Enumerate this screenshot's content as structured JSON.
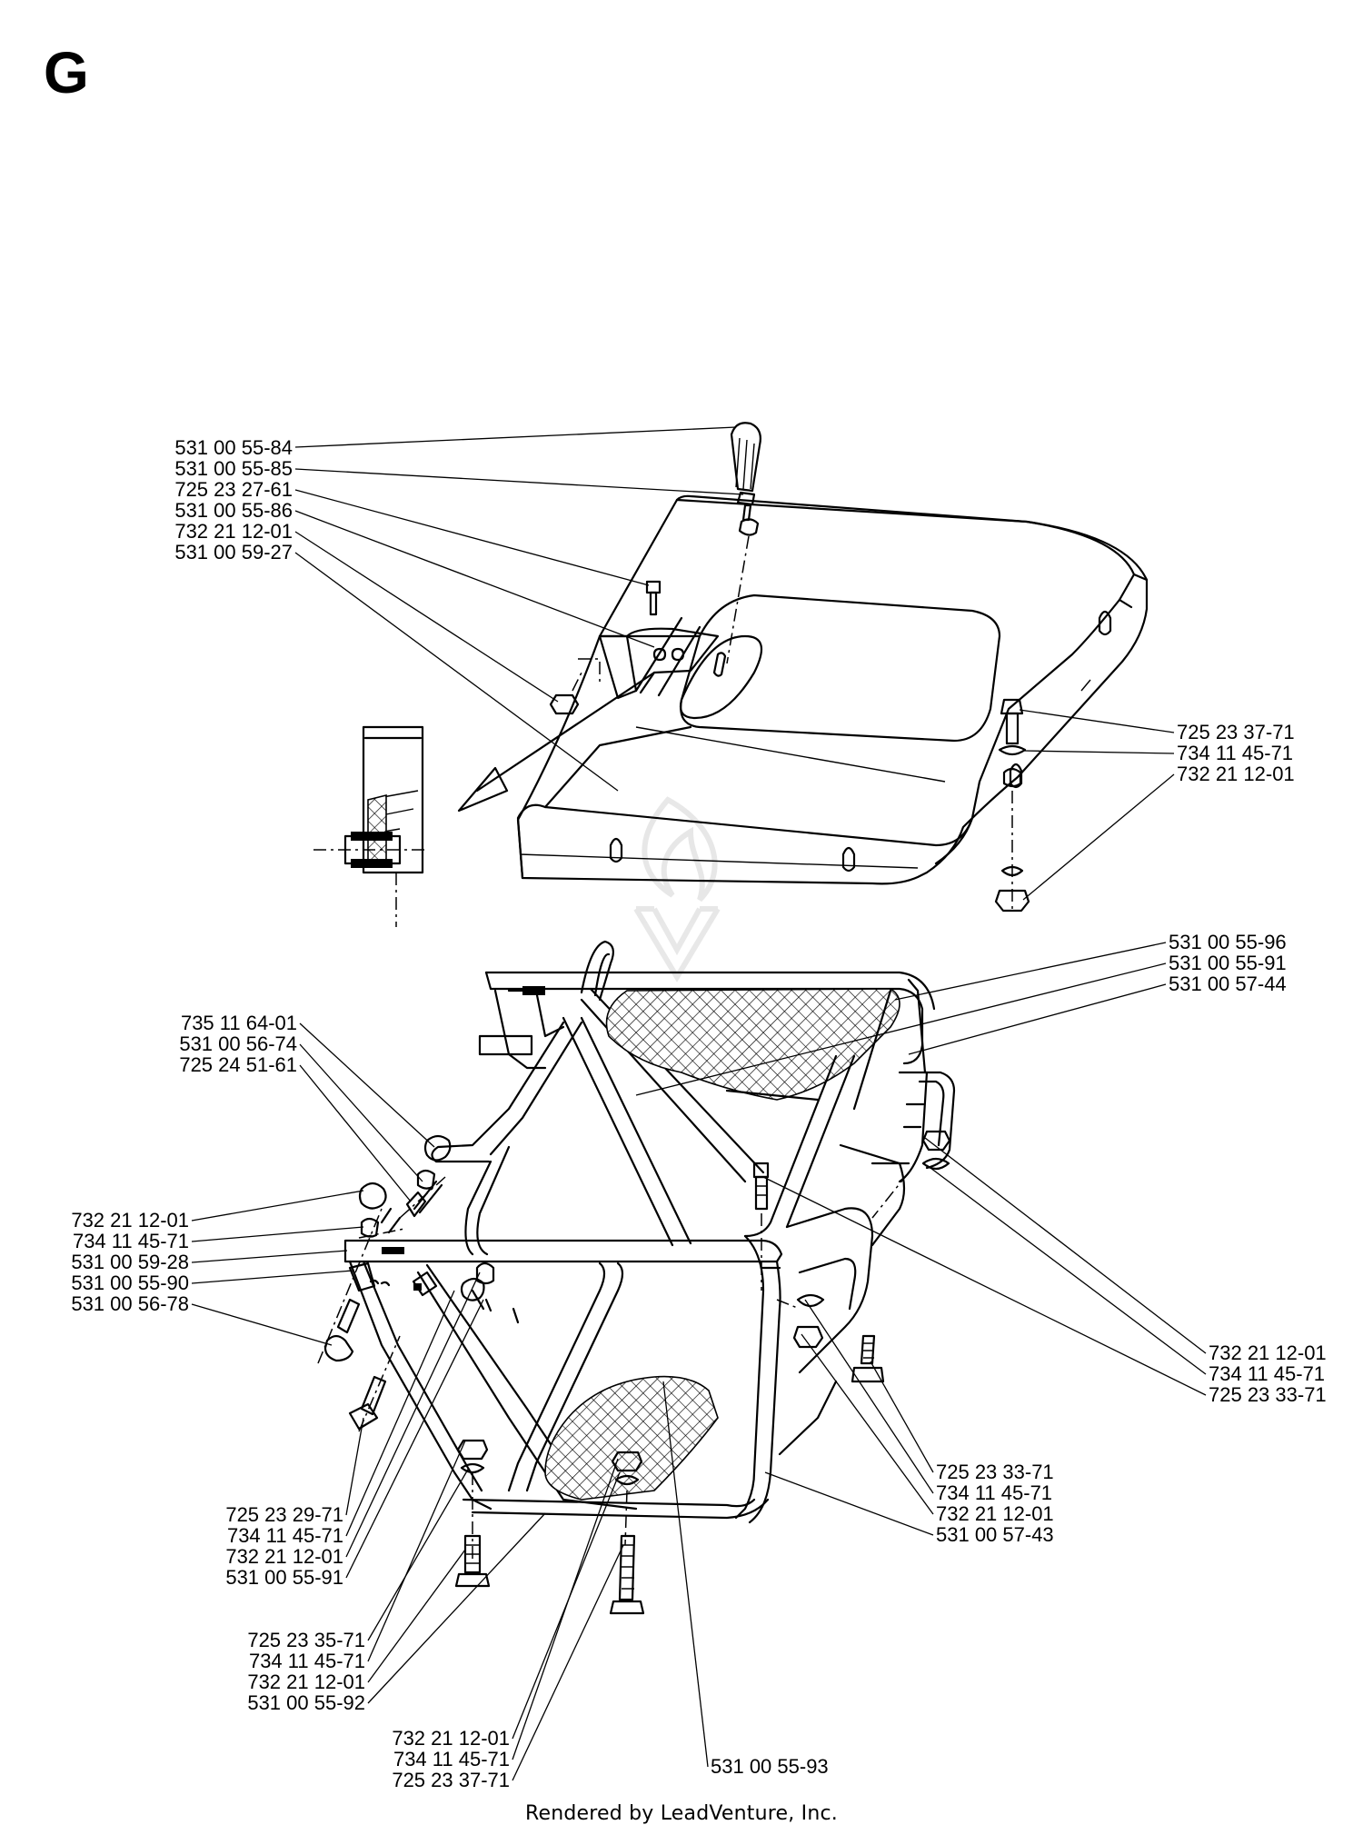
{
  "page": {
    "section_letter": "G",
    "footer_text": "Rendered by LeadVenture, Inc."
  },
  "diagram": {
    "callouts": [
      {
        "id": "c01",
        "part": "531 00 55-84",
        "anchor": "end"
      },
      {
        "id": "c02",
        "part": "531 00 55-85",
        "anchor": "end"
      },
      {
        "id": "c03",
        "part": "725 23 27-61",
        "anchor": "end"
      },
      {
        "id": "c04",
        "part": "531 00 55-86",
        "anchor": "end"
      },
      {
        "id": "c05",
        "part": "732 21 12-01",
        "anchor": "end"
      },
      {
        "id": "c06",
        "part": "531 00 59-27",
        "anchor": "end"
      },
      {
        "id": "c07",
        "part": "725 23 37-71",
        "anchor": "start"
      },
      {
        "id": "c08",
        "part": "734 11 45-71",
        "anchor": "start"
      },
      {
        "id": "c09",
        "part": "732 21 12-01",
        "anchor": "start"
      },
      {
        "id": "c10",
        "part": "531 00 55-96",
        "anchor": "start"
      },
      {
        "id": "c11",
        "part": "531 00 55-91",
        "anchor": "start"
      },
      {
        "id": "c12",
        "part": "531 00 57-44",
        "anchor": "start"
      },
      {
        "id": "c13",
        "part": "735 11 64-01",
        "anchor": "end"
      },
      {
        "id": "c14",
        "part": "531 00 56-74",
        "anchor": "end"
      },
      {
        "id": "c15",
        "part": "725 24 51-61",
        "anchor": "end"
      },
      {
        "id": "c16",
        "part": "732 21 12-01",
        "anchor": "end"
      },
      {
        "id": "c17",
        "part": "734 11 45-71",
        "anchor": "end"
      },
      {
        "id": "c18",
        "part": "531 00 59-28",
        "anchor": "end"
      },
      {
        "id": "c19",
        "part": "531 00 55-90",
        "anchor": "end"
      },
      {
        "id": "c20",
        "part": "531 00 56-78",
        "anchor": "end"
      },
      {
        "id": "c21",
        "part": "732 21 12-01",
        "anchor": "start"
      },
      {
        "id": "c22",
        "part": "734 11 45-71",
        "anchor": "start"
      },
      {
        "id": "c23",
        "part": "725 23 33-71",
        "anchor": "start"
      },
      {
        "id": "c24",
        "part": "725 23 33-71",
        "anchor": "start"
      },
      {
        "id": "c25",
        "part": "734 11 45-71",
        "anchor": "start"
      },
      {
        "id": "c26",
        "part": "732 21 12-01",
        "anchor": "start"
      },
      {
        "id": "c27",
        "part": "531 00 57-43",
        "anchor": "start"
      },
      {
        "id": "c28",
        "part": "725 23 29-71",
        "anchor": "end"
      },
      {
        "id": "c29",
        "part": "734 11 45-71",
        "anchor": "end"
      },
      {
        "id": "c30",
        "part": "732 21 12-01",
        "anchor": "end"
      },
      {
        "id": "c31",
        "part": "531 00 55-91",
        "anchor": "end"
      },
      {
        "id": "c32",
        "part": "725 23 35-71",
        "anchor": "end"
      },
      {
        "id": "c33",
        "part": "734 11 45-71",
        "anchor": "end"
      },
      {
        "id": "c34",
        "part": "732 21 12-01",
        "anchor": "end"
      },
      {
        "id": "c35",
        "part": "531 00 55-92",
        "anchor": "end"
      },
      {
        "id": "c36",
        "part": "732 21 12-01",
        "anchor": "end"
      },
      {
        "id": "c37",
        "part": "734 11 45-71",
        "anchor": "end"
      },
      {
        "id": "c38",
        "part": "725 23 37-71",
        "anchor": "end"
      },
      {
        "id": "c39",
        "part": "531 00 55-93",
        "anchor": "start"
      }
    ]
  }
}
